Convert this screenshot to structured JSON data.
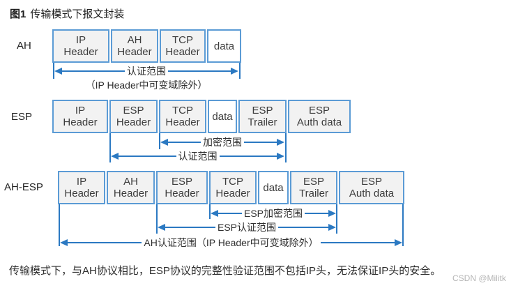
{
  "figure": {
    "title_prefix": "图1",
    "title_text": "传输模式下报文封装"
  },
  "rows": {
    "ah": {
      "label": "AH",
      "boxes": [
        {
          "l1": "IP",
          "l2": "Header"
        },
        {
          "l1": "AH",
          "l2": "Header"
        },
        {
          "l1": "TCP",
          "l2": "Header"
        },
        {
          "l1": "data",
          "l2": ""
        }
      ],
      "auth_scope_label": "认证范围",
      "auth_scope_note": "（IP Header中可变域除外）"
    },
    "esp": {
      "label": "ESP",
      "boxes": [
        {
          "l1": "IP",
          "l2": "Header"
        },
        {
          "l1": "ESP",
          "l2": "Header"
        },
        {
          "l1": "TCP",
          "l2": "Header"
        },
        {
          "l1": "data",
          "l2": ""
        },
        {
          "l1": "ESP",
          "l2": "Trailer"
        },
        {
          "l1": "ESP",
          "l2": "Auth data"
        }
      ],
      "encrypt_scope_label": "加密范围",
      "auth_scope_label": "认证范围"
    },
    "ahesp": {
      "label": "AH-ESP",
      "boxes": [
        {
          "l1": "IP",
          "l2": "Header"
        },
        {
          "l1": "AH",
          "l2": "Header"
        },
        {
          "l1": "ESP",
          "l2": "Header"
        },
        {
          "l1": "TCP",
          "l2": "Header"
        },
        {
          "l1": "data",
          "l2": ""
        },
        {
          "l1": "ESP",
          "l2": "Trailer"
        },
        {
          "l1": "ESP",
          "l2": "Auth data"
        }
      ],
      "esp_encrypt_scope_label": "ESP加密范围",
      "esp_auth_scope_label": "ESP认证范围",
      "ah_auth_scope_label": "AH认证范围（IP Header中可变域除外）"
    }
  },
  "footer": "传输模式下，与AH协议相比，ESP协议的完整性验证范围不包括IP头，无法保证IP头的安全。",
  "watermark": "CSDN @Militk",
  "colors": {
    "box_border": "#5b9bd5",
    "box_fill": "#f2f2f2",
    "arrow_blue": "#2b79c2"
  }
}
